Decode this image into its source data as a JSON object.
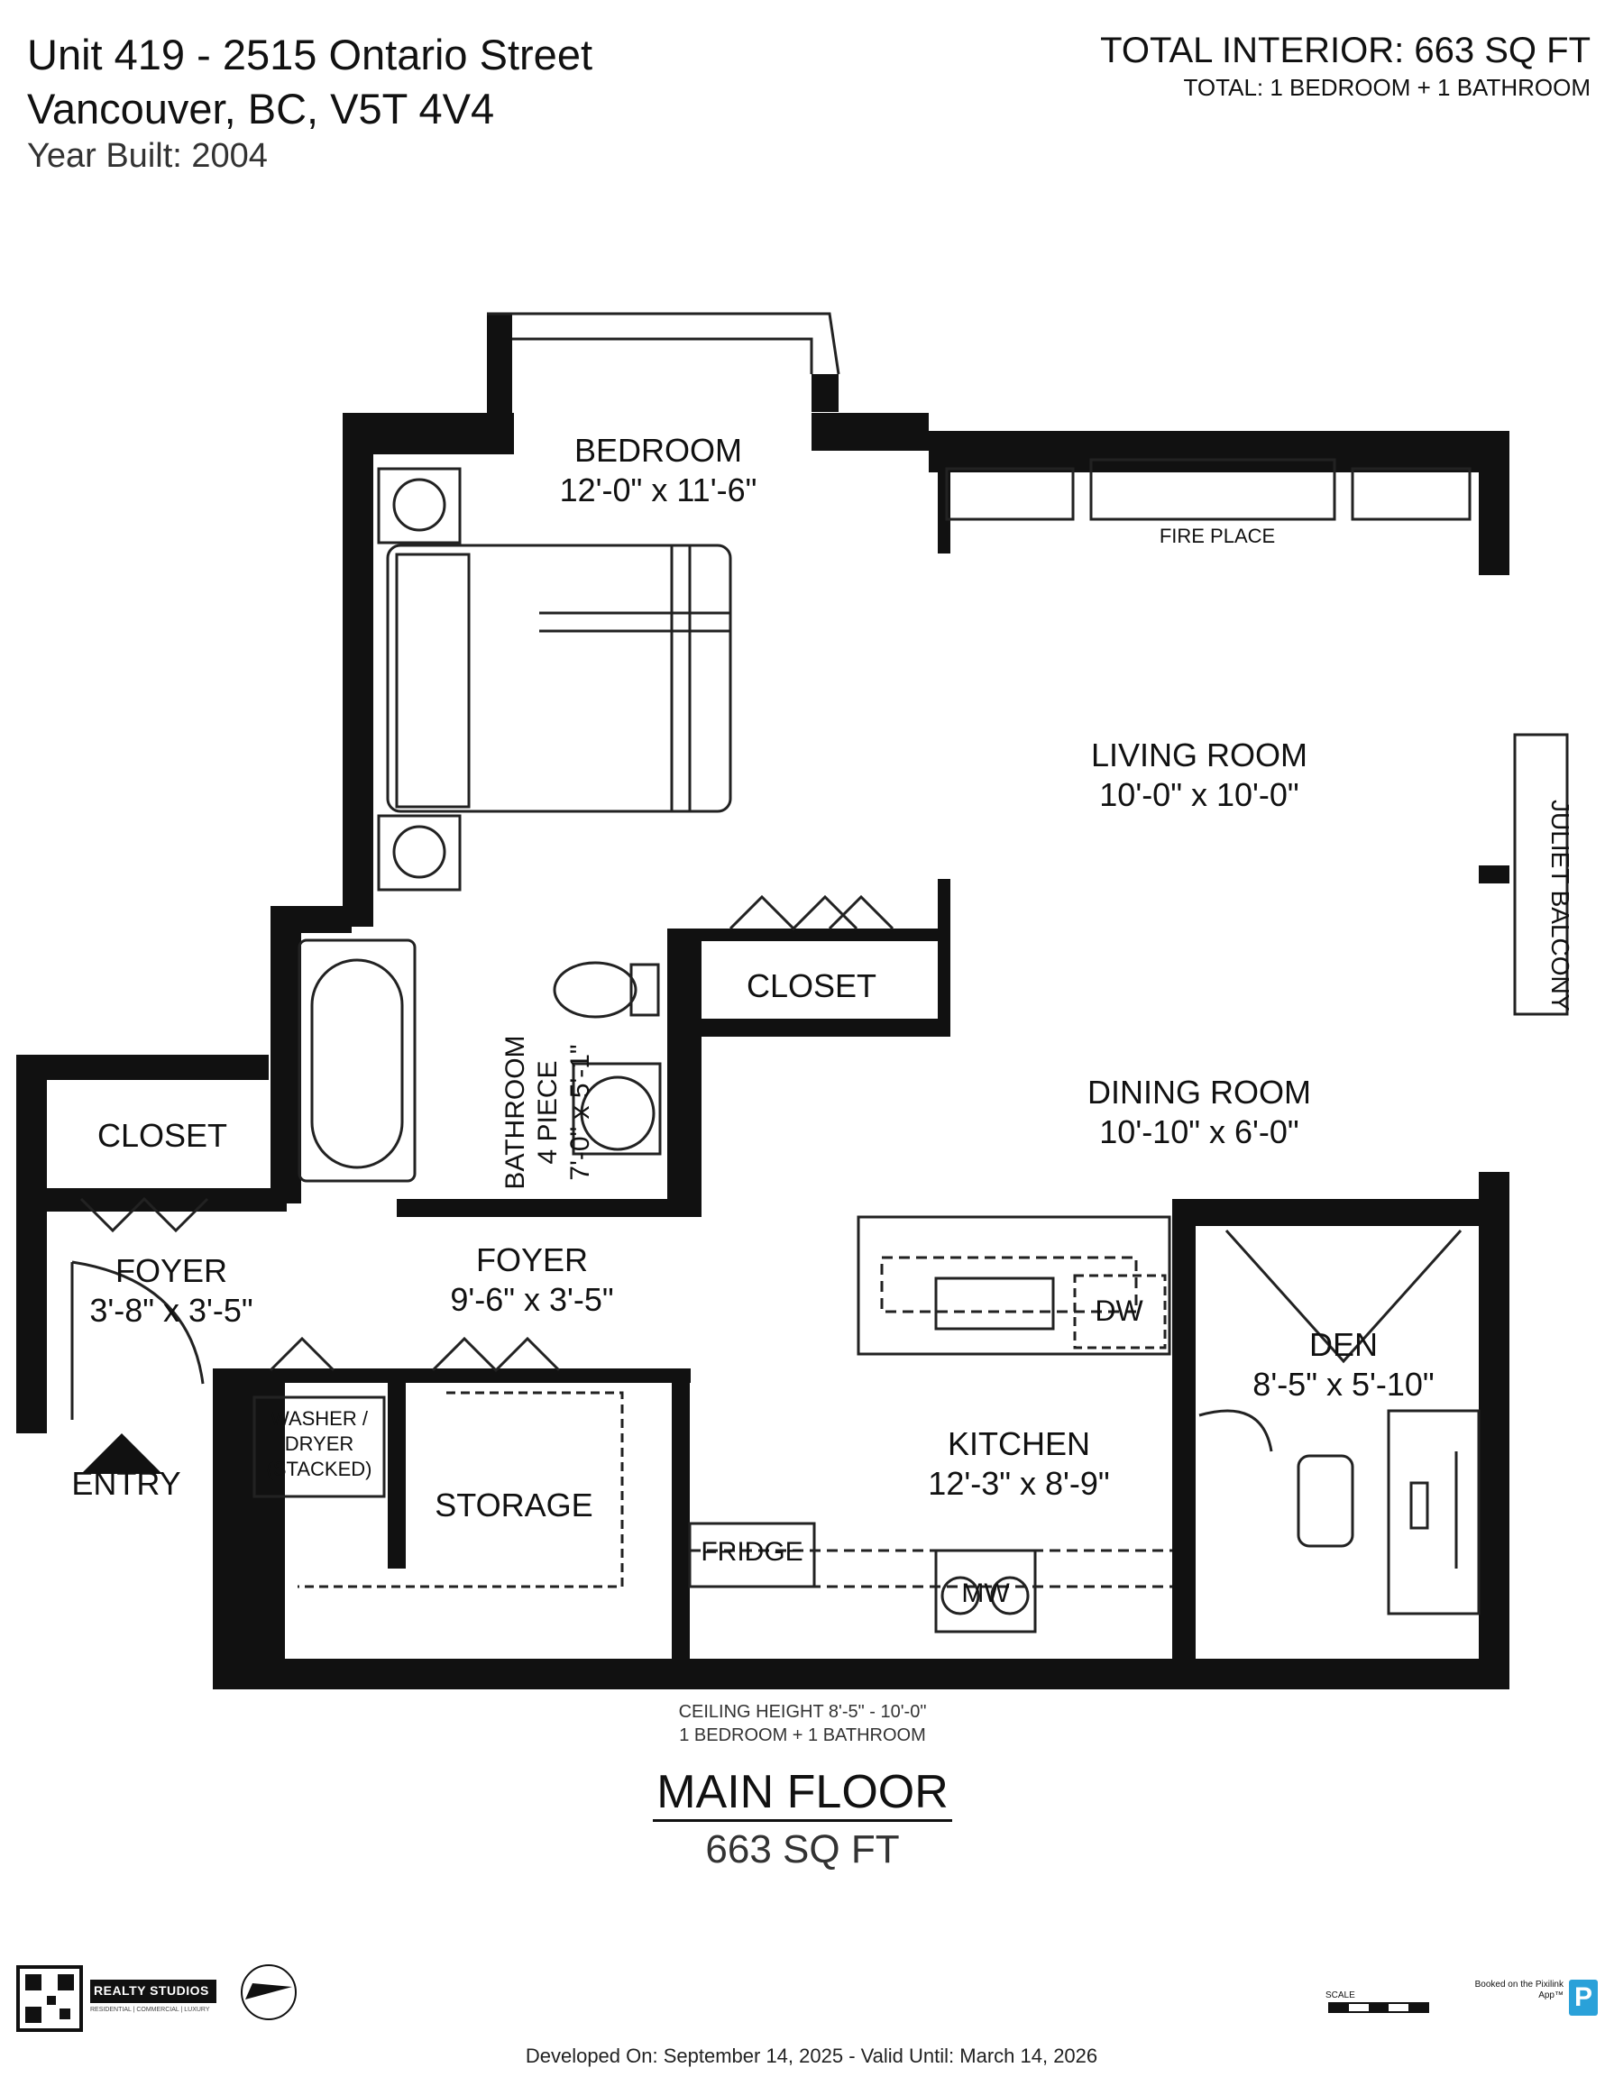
{
  "header": {
    "address_line1": "Unit 419 - 2515 Ontario Street",
    "address_line2": "Vancouver, BC, V5T 4V4",
    "year_built": "Year Built: 2004",
    "total_interior_label": "TOTAL INTERIOR:",
    "total_interior_value": "663 SQ FT",
    "total_summary": "TOTAL: 1 BEDROOM + 1 BATHROOM"
  },
  "rooms": {
    "bedroom": {
      "name": "BEDROOM",
      "dims": "12'-0\" x 11'-6\""
    },
    "living": {
      "name": "LIVING ROOM",
      "dims": "10'-0\" x 10'-0\""
    },
    "dining": {
      "name": "DINING ROOM",
      "dims": "10'-10\" x 6'-0\""
    },
    "kitchen": {
      "name": "KITCHEN",
      "dims": "12'-3\" x 8'-9\""
    },
    "den": {
      "name": "DEN",
      "dims": "8'-5\" x 5'-10\""
    },
    "foyer_main": {
      "name": "FOYER",
      "dims": "9'-6\" x 3'-5\""
    },
    "foyer_small": {
      "name": "FOYER",
      "dims": "3'-8\" x 3'-5\""
    },
    "bathroom": {
      "line1": "BATHROOM",
      "line2": "4 PIECE",
      "line3": "7'-0\" x 5'-1\""
    },
    "closet_bed": {
      "name": "CLOSET"
    },
    "closet_entry": {
      "name": "CLOSET"
    },
    "storage": {
      "name": "STORAGE"
    },
    "laundry": {
      "line1": "WASHER /",
      "line2": "DRYER",
      "line3": "(STACKED)"
    }
  },
  "fixtures": {
    "fireplace": "FIRE PLACE",
    "juliet": "JULIET BALCONY",
    "dw": "DW",
    "mw": "MW",
    "fridge": "FRIDGE",
    "entry": "ENTRY"
  },
  "footer": {
    "ceiling": "CEILING HEIGHT 8'-5\" - 10'-0\"",
    "summary": "1 BEDROOM + 1 BATHROOM",
    "floor_title": "MAIN FLOOR",
    "floor_area": "663 SQ FT",
    "developed": "Developed On: September 14, 2025 - Valid Until: March 14, 2026",
    "brand": "REALTY STUDIOS",
    "brand_sub": "RESIDENTIAL | COMMERCIAL | LUXURY",
    "scale": "SCALE",
    "pixlink": "Booked on the Pixilink App™"
  },
  "colors": {
    "wall": "#111111",
    "line": "#222222",
    "pixlink": "#2aa1d9"
  }
}
